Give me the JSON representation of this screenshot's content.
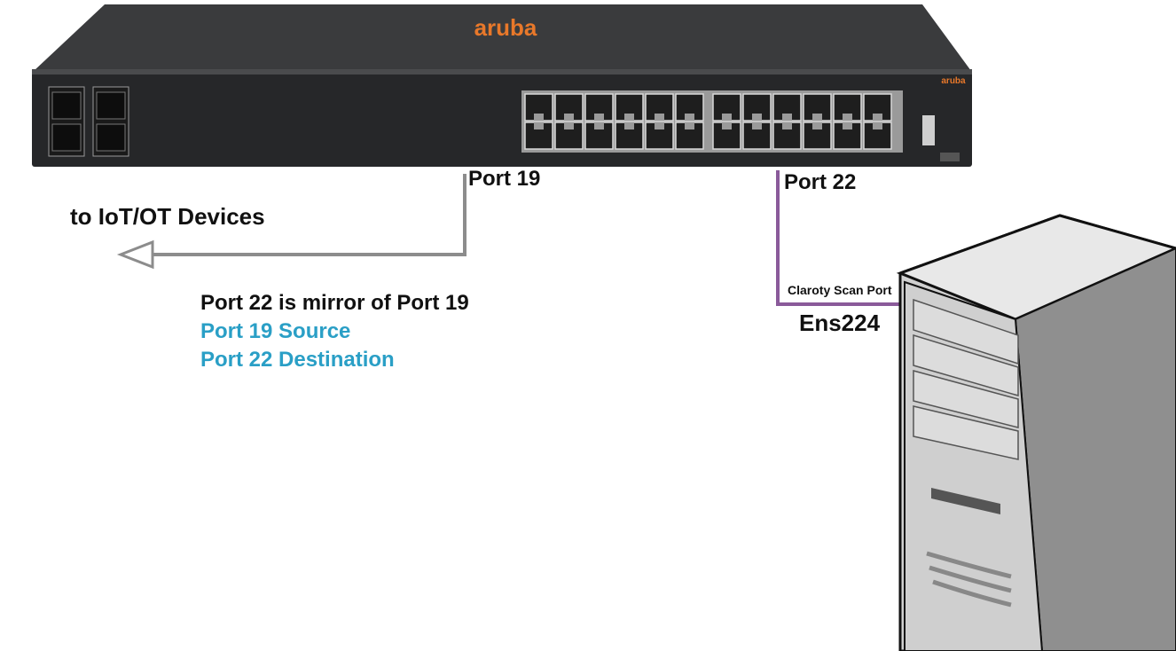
{
  "switch": {
    "brand": "aruba",
    "brand_color": "#e8782a",
    "body_color": "#2b2c2e",
    "port_count": 24
  },
  "labels": {
    "port19": "Port 19",
    "port22": "Port 22",
    "iot": "to IoT/OT Devices",
    "mirror": "Port 22 is mirror of Port 19",
    "source": "Port 19 Source",
    "destination": "Port 22 Destination",
    "scan_port": "Claroty Scan Port",
    "interface": "Ens224"
  },
  "colors": {
    "arrow_line": "#8c8c8c",
    "mirror_line": "#8a5a9a",
    "accent_text": "#2a9fc6"
  }
}
